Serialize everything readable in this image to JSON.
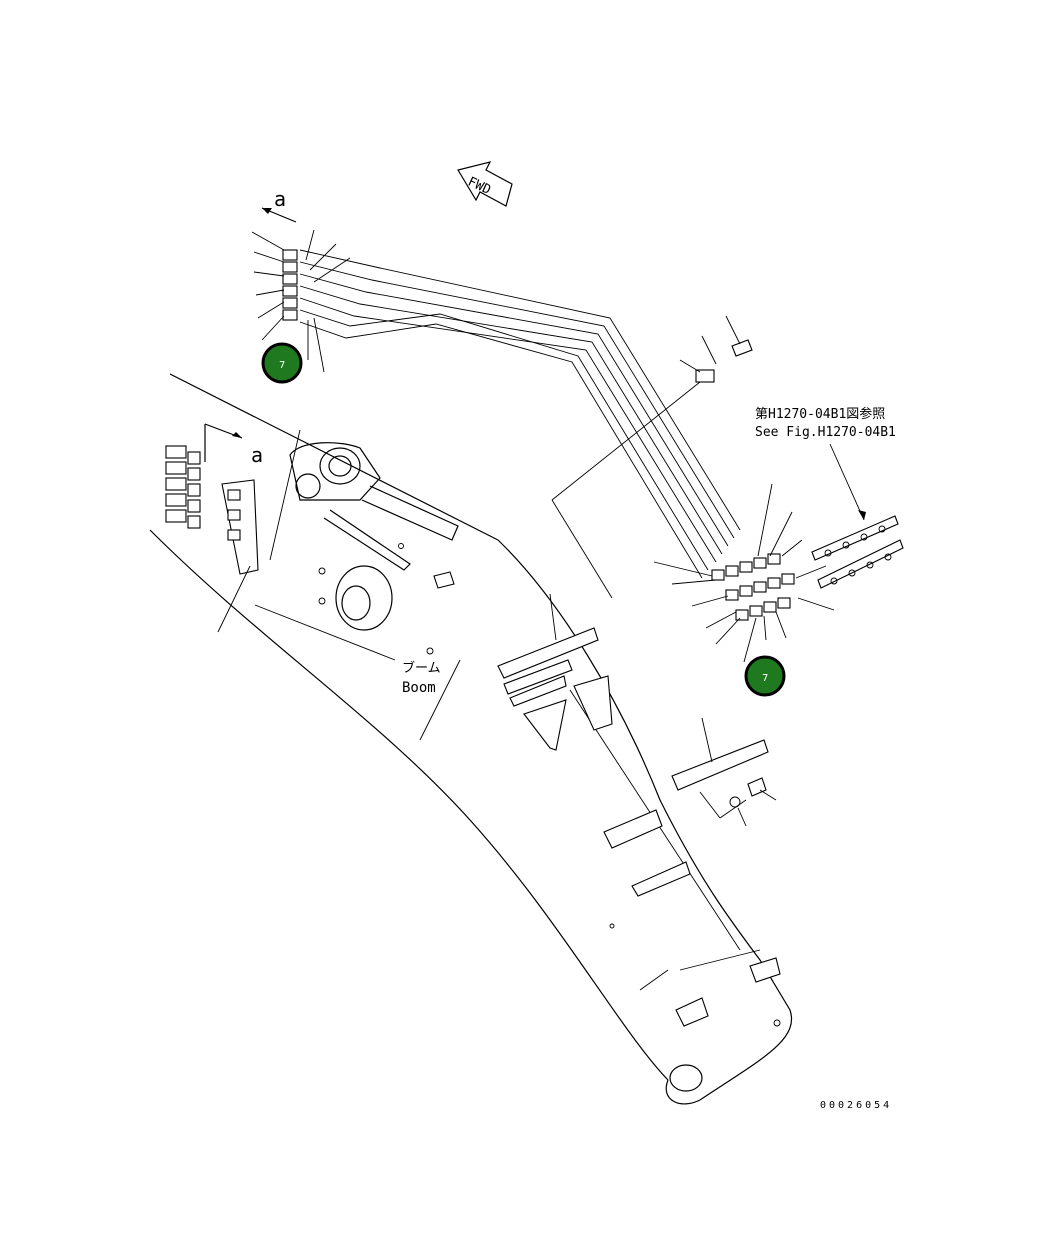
{
  "labels": {
    "fwd": "FWD",
    "view_a_top": "a",
    "view_a_left": "a",
    "ref_jp": "第H1270-04B1図参照",
    "ref_en": "See Fig.H1270-04B1",
    "boom_jp": "ブーム",
    "boom_en": "Boom",
    "figure_number": "00026054"
  },
  "callouts": [
    {
      "id": "callout-top-left",
      "number": "7"
    },
    {
      "id": "callout-right",
      "number": "7"
    }
  ],
  "colors": {
    "callout_fill": "#1f7a1f",
    "line": "#000000",
    "background": "#ffffff"
  }
}
